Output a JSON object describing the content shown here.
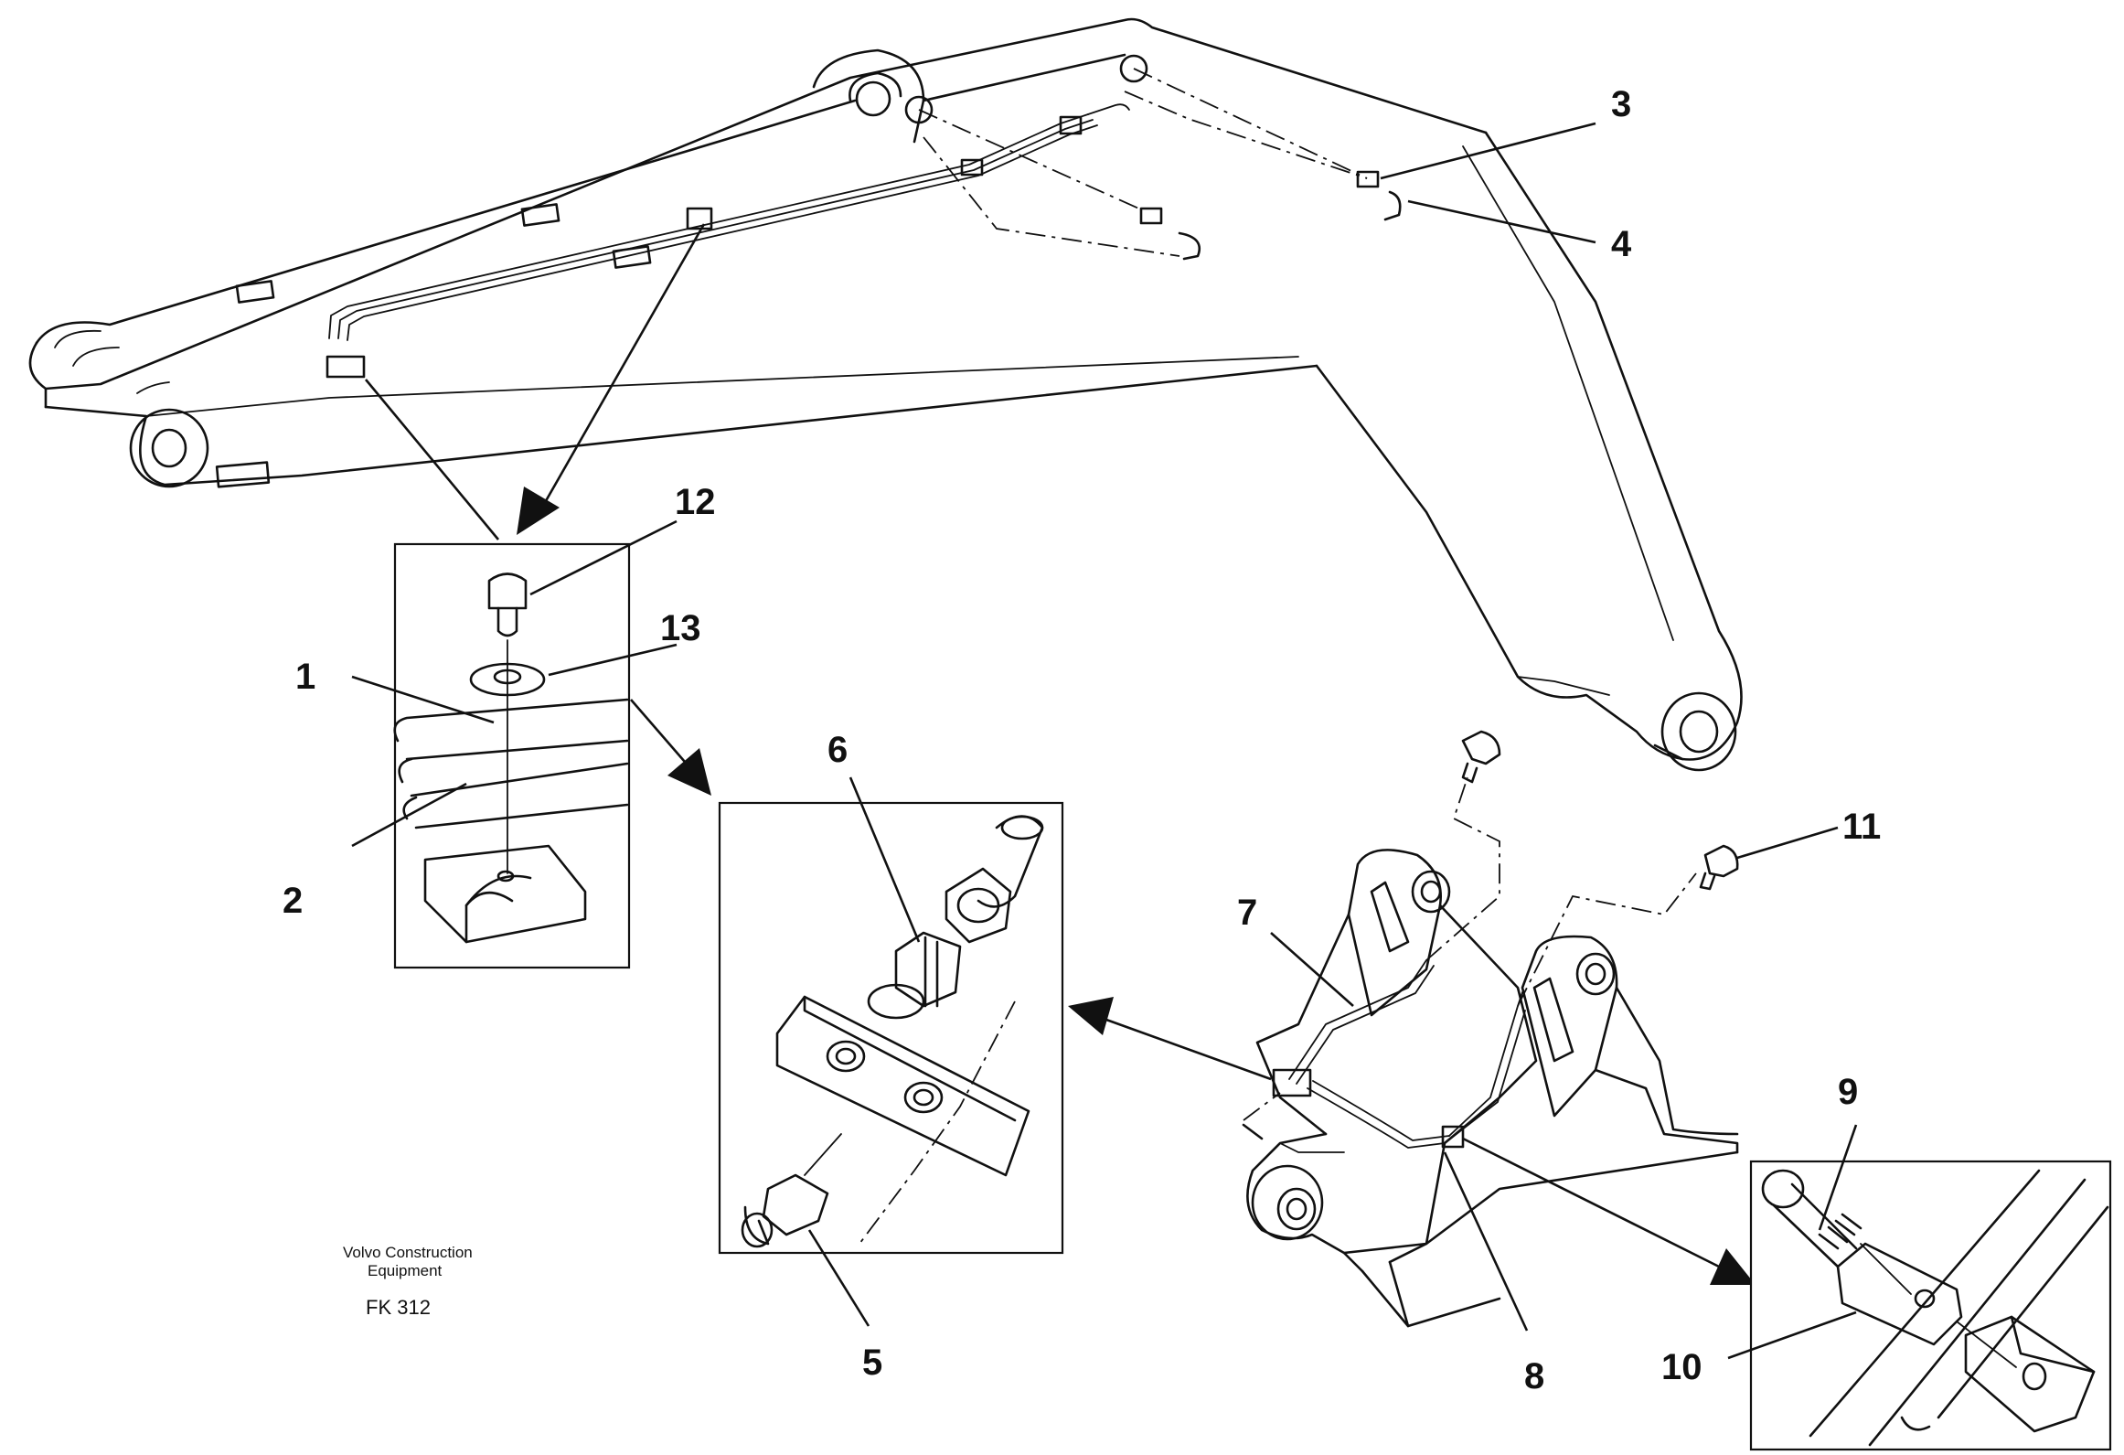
{
  "drawing": {
    "caption_line1": "Volvo Construction",
    "caption_line2": "Equipment",
    "code": "FK 312"
  },
  "callouts": [
    "1",
    "2",
    "3",
    "4",
    "5",
    "6",
    "7",
    "8",
    "9",
    "10",
    "11",
    "12",
    "13"
  ]
}
